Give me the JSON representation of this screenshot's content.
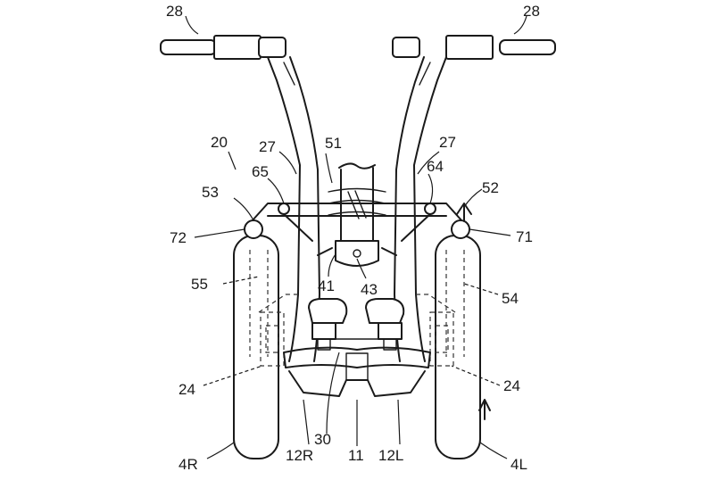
{
  "labels": {
    "l28a": "28",
    "l28b": "28",
    "l20": "20",
    "l27a": "27",
    "l51": "51",
    "l27b": "27",
    "l65": "65",
    "l64": "64",
    "l53": "53",
    "l52": "52",
    "l72": "72",
    "l71": "71",
    "l55": "55",
    "l41": "41",
    "l43": "43",
    "l54": "54",
    "l24a": "24",
    "l24b": "24",
    "l30": "30",
    "l11": "11",
    "l12R": "12R",
    "l12L": "12L",
    "l4R": "4R",
    "l4L": "4L"
  }
}
